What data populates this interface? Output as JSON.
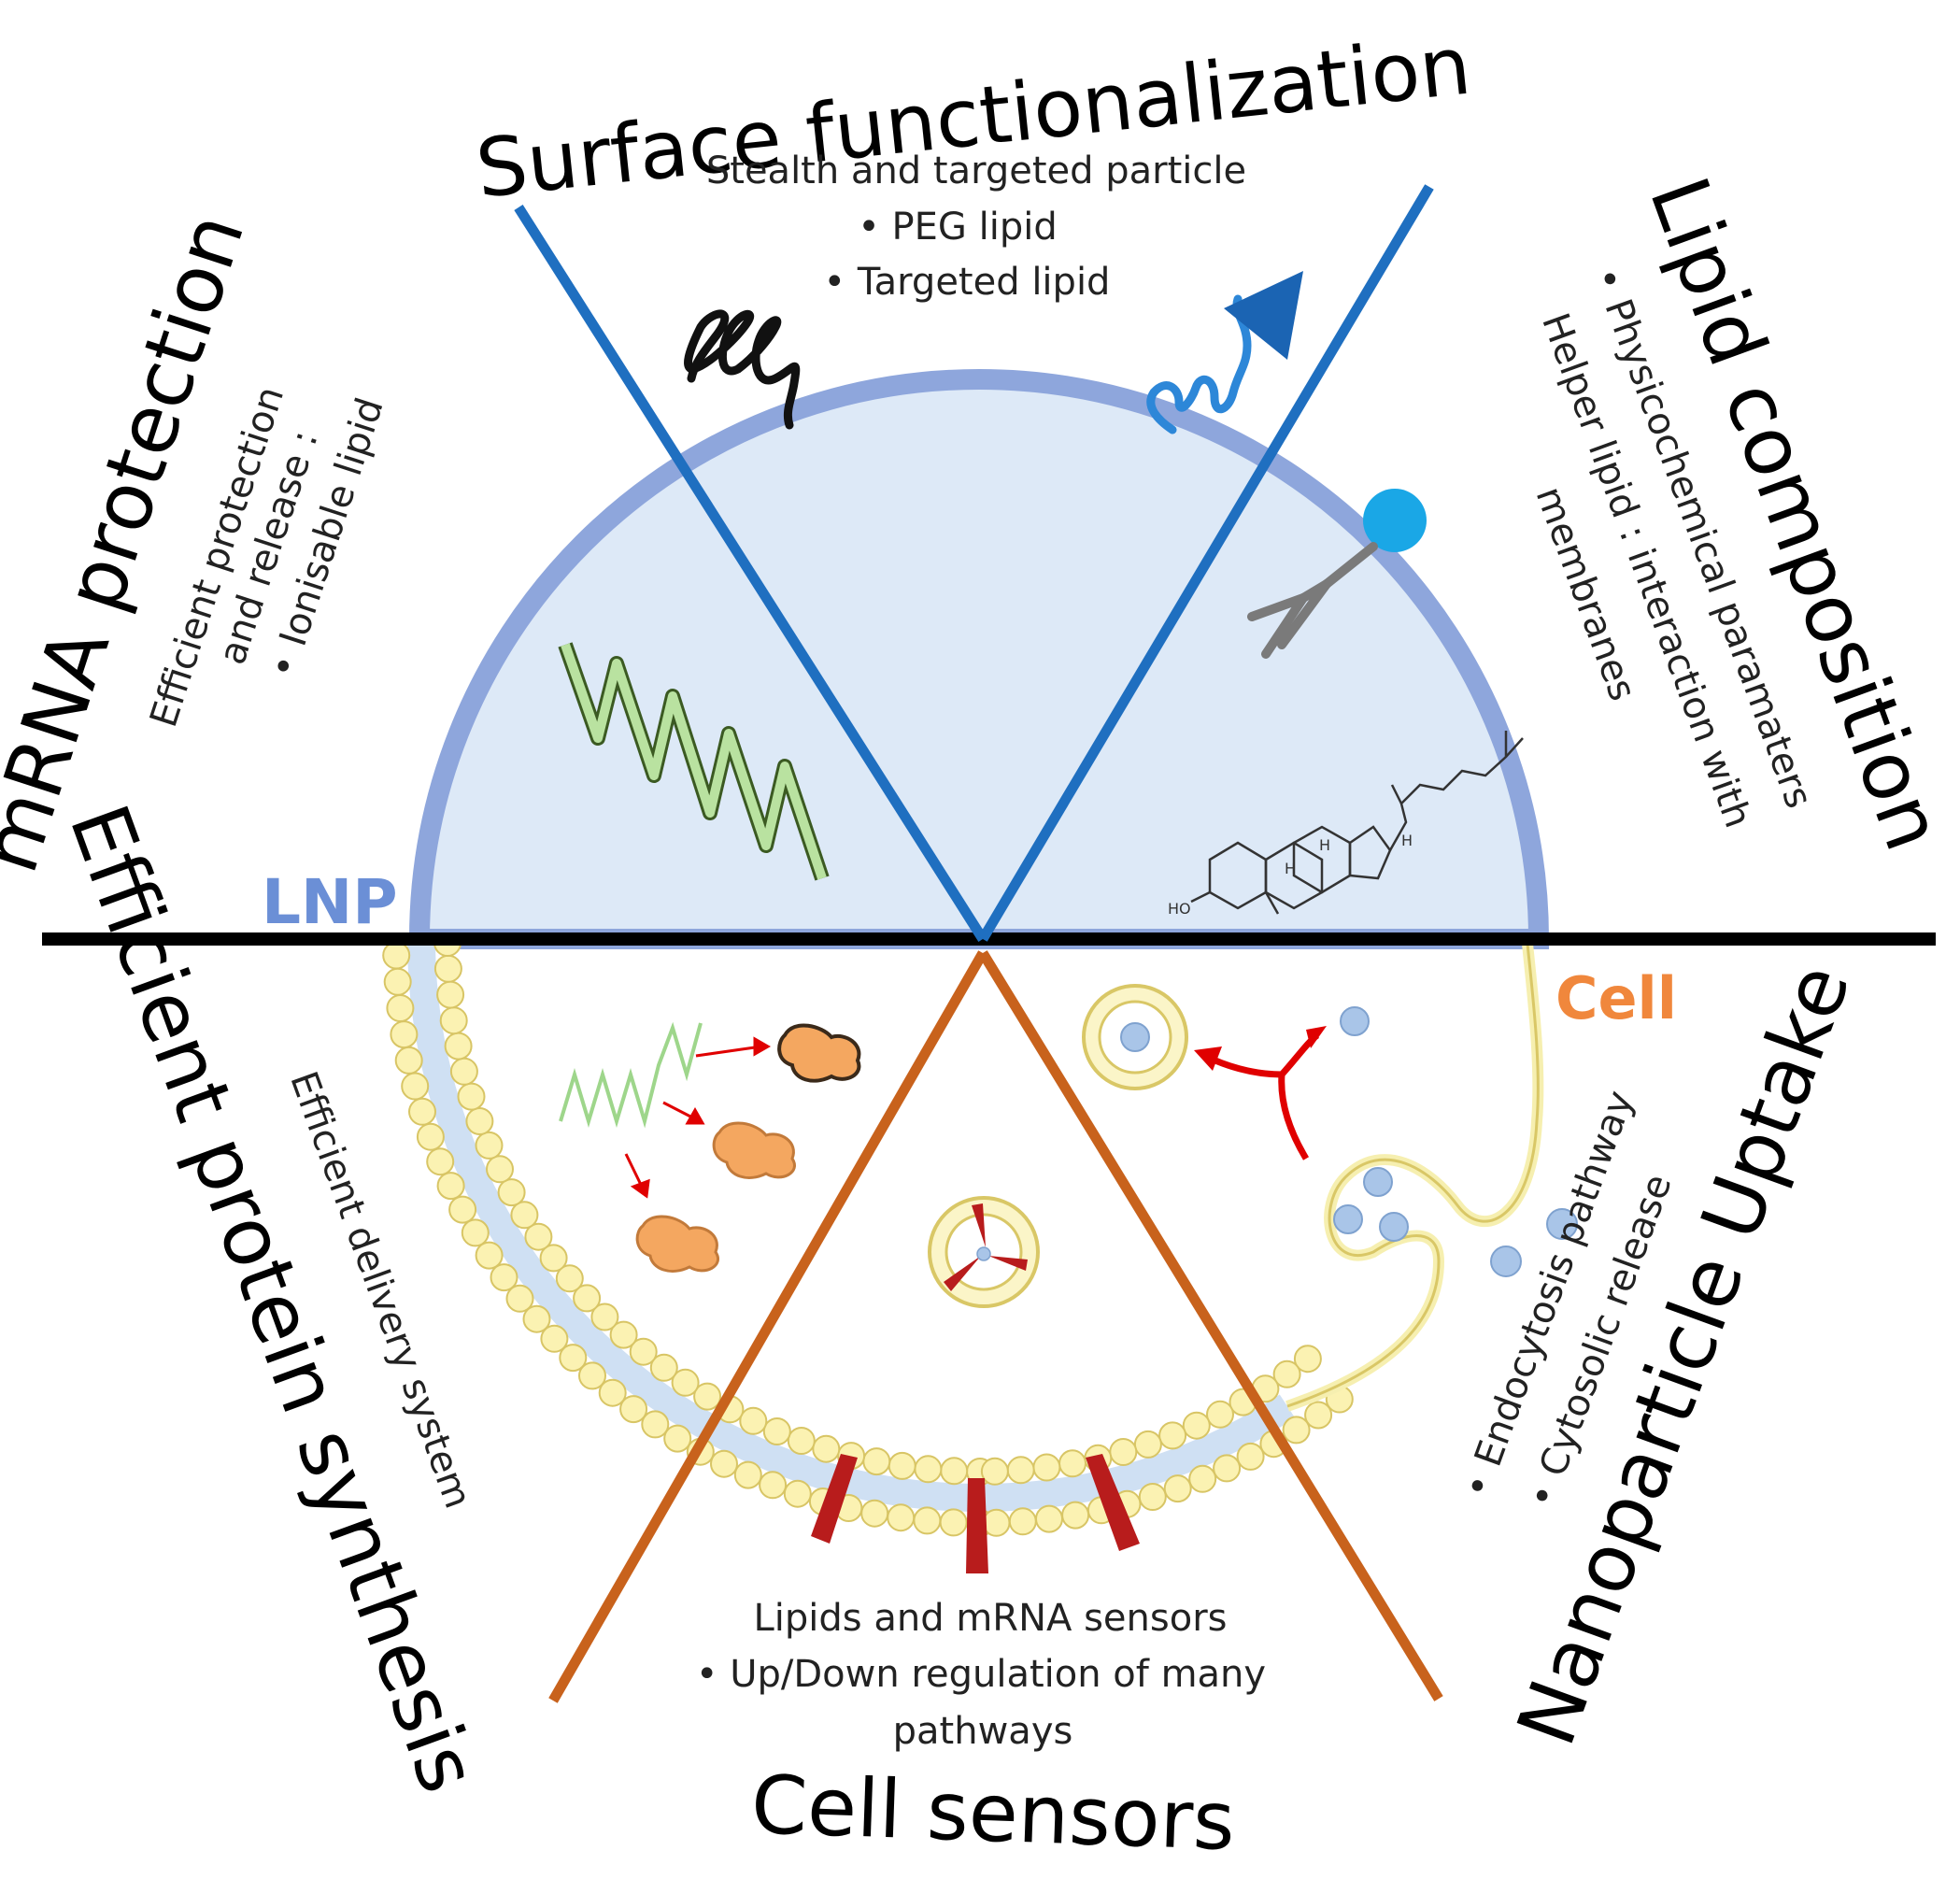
{
  "colors": {
    "lnp_fill": "#dde9f7",
    "lnp_border": "#8ea6dc",
    "blue_divider": "#1f6fc0",
    "orange_divider": "#c8621c",
    "horizon": "#000000",
    "lnp_label": "#6b8fd6",
    "cell_label": "#f0873c"
  },
  "labels": {
    "lnp": "LNP",
    "cell": "Cell"
  },
  "sections": {
    "surface": {
      "title": "Surface functionalization",
      "lines": [
        "Stealth and targeted particle",
        "•    PEG lipid",
        "•    Targeted lipid"
      ]
    },
    "mrna": {
      "title": "mRNA protection",
      "lines": [
        "Efficient protection",
        "and release :",
        "•   Ionisable lipid"
      ]
    },
    "lipid": {
      "title": "Lipid composition",
      "lines": [
        "•  Physicochemical paramaters",
        "Helper lipid : interaction with",
        "membranes"
      ]
    },
    "protein": {
      "title": "Efficient protein synthesis",
      "lines": [
        "Efficient delivery system"
      ]
    },
    "uptake": {
      "title": "Nanoparticle Uptake",
      "lines": [
        "•   Endocytosis pathway",
        "•   Cytosolic release"
      ]
    },
    "sensors": {
      "title": "Cell sensors",
      "lines": [
        "Lipids and mRNA sensors",
        "•    Up/Down regulation of many",
        "pathways"
      ]
    }
  },
  "icons": {
    "peg": "peg-lipid-coil-icon",
    "targeted": "targeted-lipid-arrow-icon",
    "helper": "helper-lipid-icon",
    "cholesterol": "cholesterol-structure-icon",
    "mrna": "mrna-helix-icon",
    "protein": "protein-blob-icon",
    "receptor": "membrane-receptor-icon"
  },
  "cholesterol_labels": {
    "ho": "HO",
    "h": "H"
  }
}
